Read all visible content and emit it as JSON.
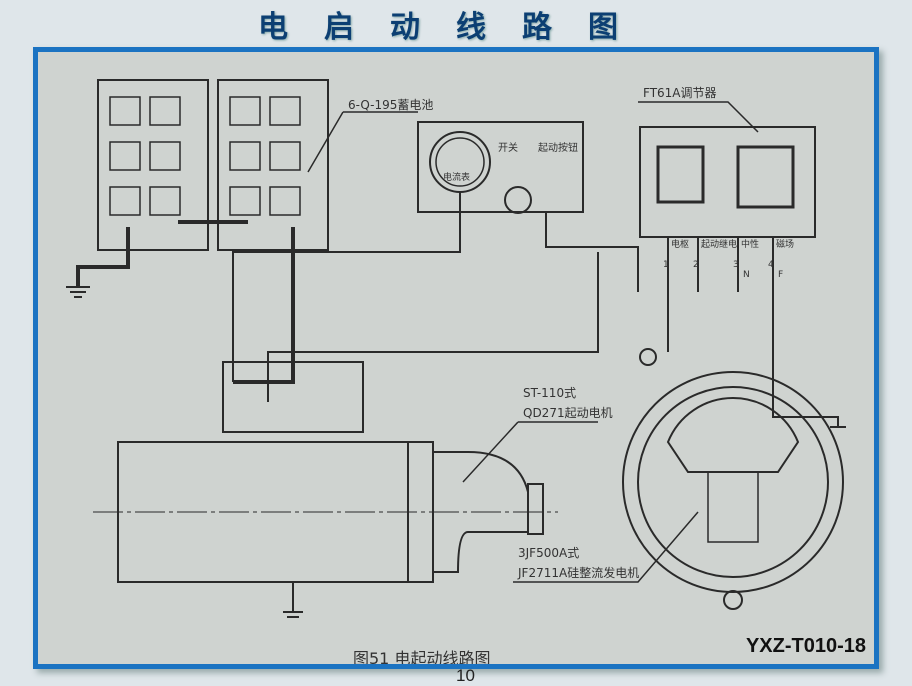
{
  "slide": {
    "title": "电启动线路图",
    "code": "YXZ-T010-18",
    "page_number": "10"
  },
  "diagram": {
    "caption": "图51   电起动线路图",
    "labels": {
      "battery": "6-Q-195蓄电池",
      "regulator": "FT61A调节器",
      "switch": "开关",
      "start_button": "起动按钮",
      "ammeter": "电流表",
      "starter_model": "ST-110式",
      "starter_name": "QD271起动电机",
      "alternator_model": "3JF500A式",
      "alternator_name": "JF2711A硅整流发电机",
      "terminals": [
        {
          "num": "1",
          "name": "电枢"
        },
        {
          "num": "2",
          "name": "起动继电"
        },
        {
          "num": "3",
          "name": "中性",
          "sym": "N"
        },
        {
          "num": "4",
          "name": "磁场",
          "sym": "F"
        }
      ]
    }
  },
  "colors": {
    "frame": "#1b73c2",
    "title": "#0c3f73"
  }
}
